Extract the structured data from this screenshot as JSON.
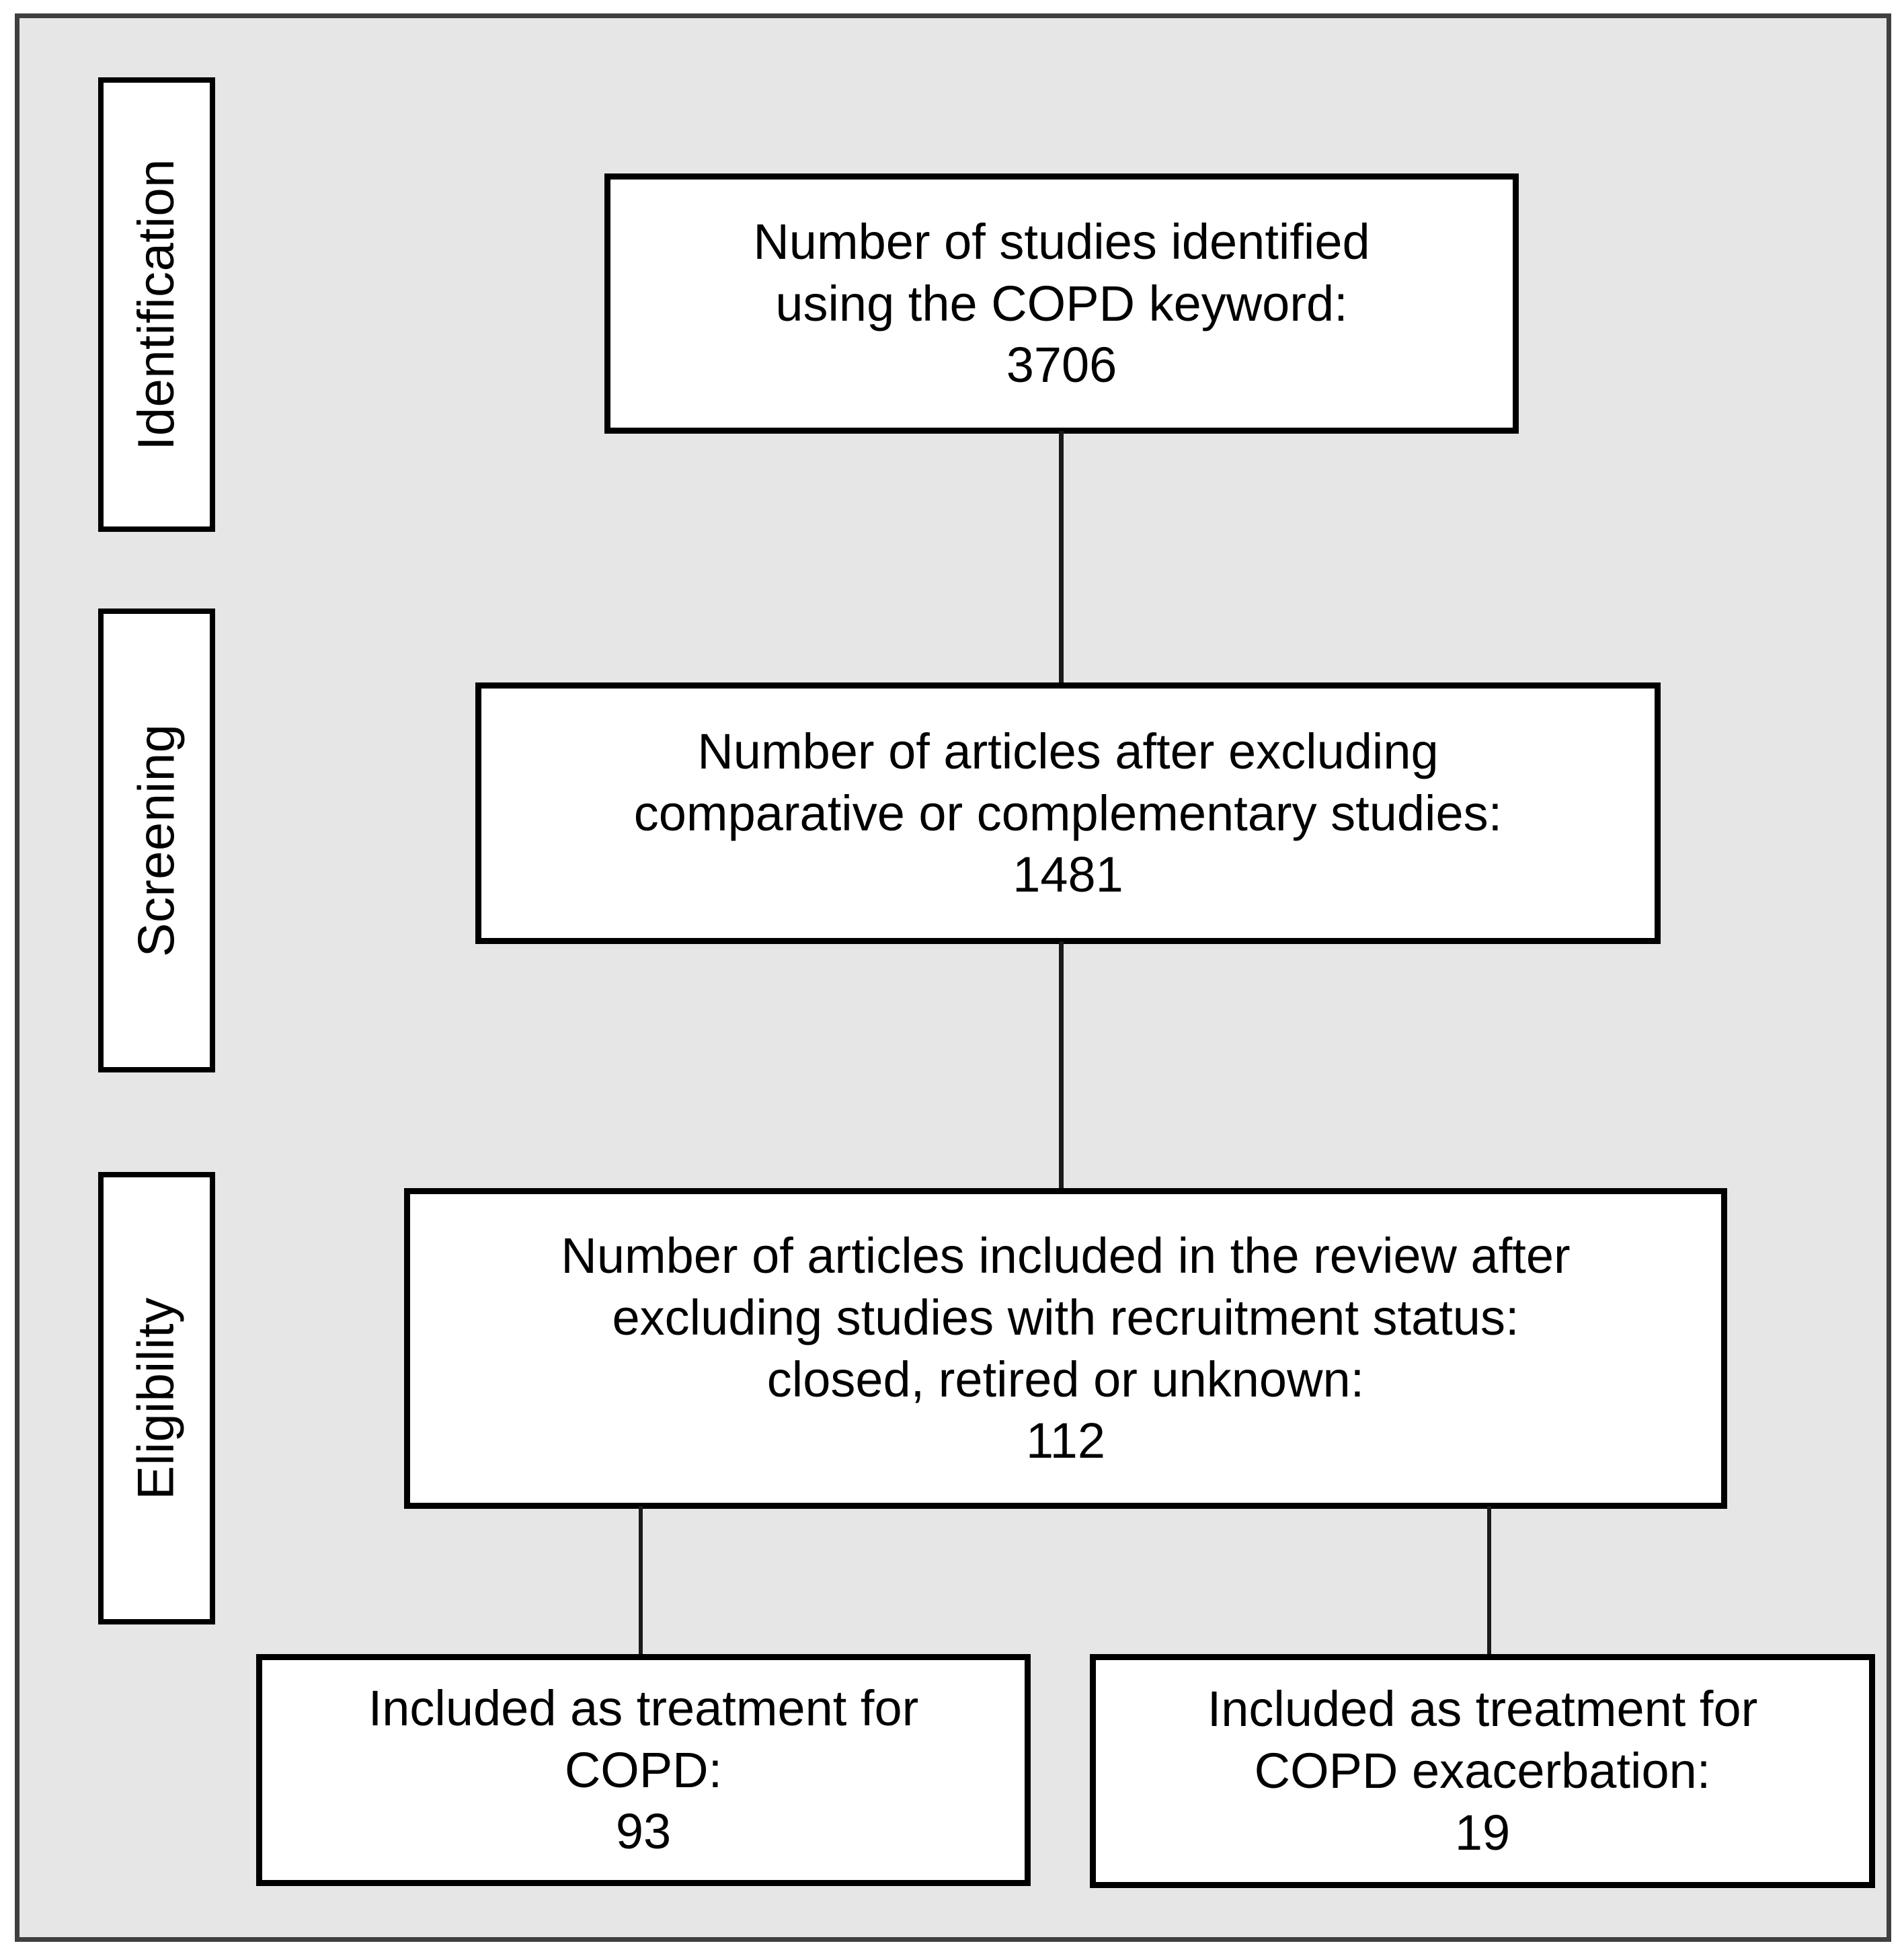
{
  "figure": {
    "type": "prisma-flow-diagram",
    "background_color": "#e6e6e6",
    "frame_color": "#3f3f3f",
    "box_fill": "#ffffff",
    "box_border_color": "#000000",
    "connector_color": "#1a1a1a"
  },
  "stages": [
    {
      "id": "identification",
      "label": "Identification"
    },
    {
      "id": "screening",
      "label": "Screening"
    },
    {
      "id": "eligibility",
      "label": "Eligibility"
    }
  ],
  "boxes": {
    "identified": {
      "lines": [
        "Number of studies identified",
        "using the COPD keyword:",
        "3706"
      ],
      "count": "3706"
    },
    "screened": {
      "lines": [
        "Number of articles after excluding",
        "comparative or complementary studies:",
        "1481"
      ],
      "count": "1481"
    },
    "eligible": {
      "lines": [
        "Number of articles included in the review after",
        "excluding studies with recruitment status:",
        "closed, retired or unknown:",
        "112"
      ],
      "count": "112"
    },
    "treatment_copd": {
      "lines": [
        "Included as treatment for",
        "COPD:",
        "93"
      ],
      "count": "93"
    },
    "treatment_exacerbation": {
      "lines": [
        "Included as treatment for",
        "COPD exacerbation:",
        "19"
      ],
      "count": "19"
    }
  },
  "connectors": [
    {
      "id": "identified-to-screened",
      "from": "identified",
      "to": "screened"
    },
    {
      "id": "screened-to-eligible",
      "from": "screened",
      "to": "eligible"
    },
    {
      "id": "eligible-to-treatment-copd",
      "from": "eligible",
      "to": "treatment_copd"
    },
    {
      "id": "eligible-to-treatment-exacerbation",
      "from": "eligible",
      "to": "treatment_exacerbation"
    }
  ]
}
